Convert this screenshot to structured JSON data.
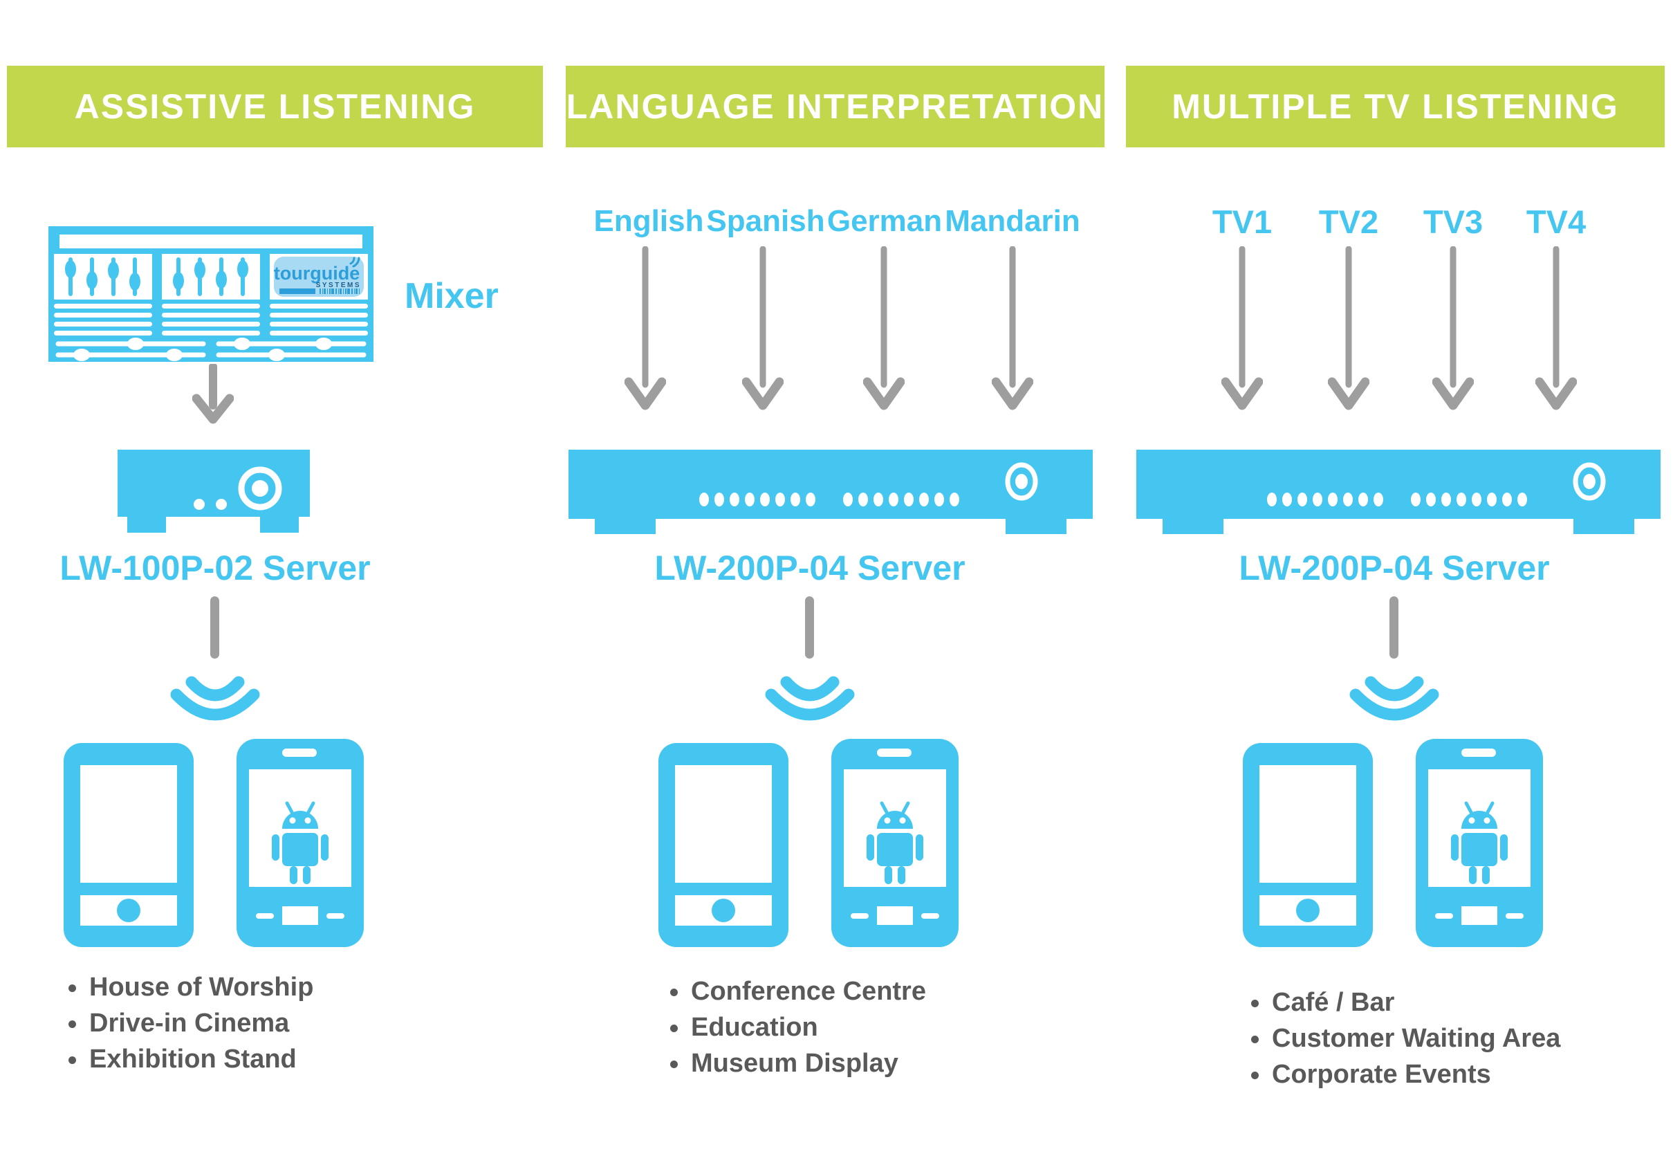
{
  "palette": {
    "blue": "#45C6F0",
    "green": "#C2D74B",
    "arrow_gray": "#9E9E9E",
    "text_dark": "#595959",
    "logo_background": "#A9DAF3"
  },
  "logo": {
    "brand": "tourguide",
    "sub": "SYSTEMS"
  },
  "columns": [
    {
      "header": "ASSISTIVE LISTENING",
      "source": {
        "type": "mixer",
        "label": "Mixer"
      },
      "server": {
        "label": "LW-100P-02 Server"
      },
      "use_cases": [
        "House of Worship",
        "Drive-in Cinema",
        "Exhibition Stand"
      ]
    },
    {
      "header": "LANGUAGE INTERPRETATION",
      "inputs": [
        "English",
        "Spanish",
        "German",
        "Mandarin"
      ],
      "server": {
        "label": "LW-200P-04 Server"
      },
      "use_cases": [
        "Conference Centre",
        "Education",
        "Museum Display"
      ]
    },
    {
      "header": "MULTIPLE TV LISTENING",
      "inputs": [
        "TV1",
        "TV2",
        "TV3",
        "TV4"
      ],
      "server": {
        "label": "LW-200P-04 Server"
      },
      "use_cases": [
        "Café / Bar",
        "Customer Waiting Area",
        "Corporate Events"
      ]
    }
  ]
}
